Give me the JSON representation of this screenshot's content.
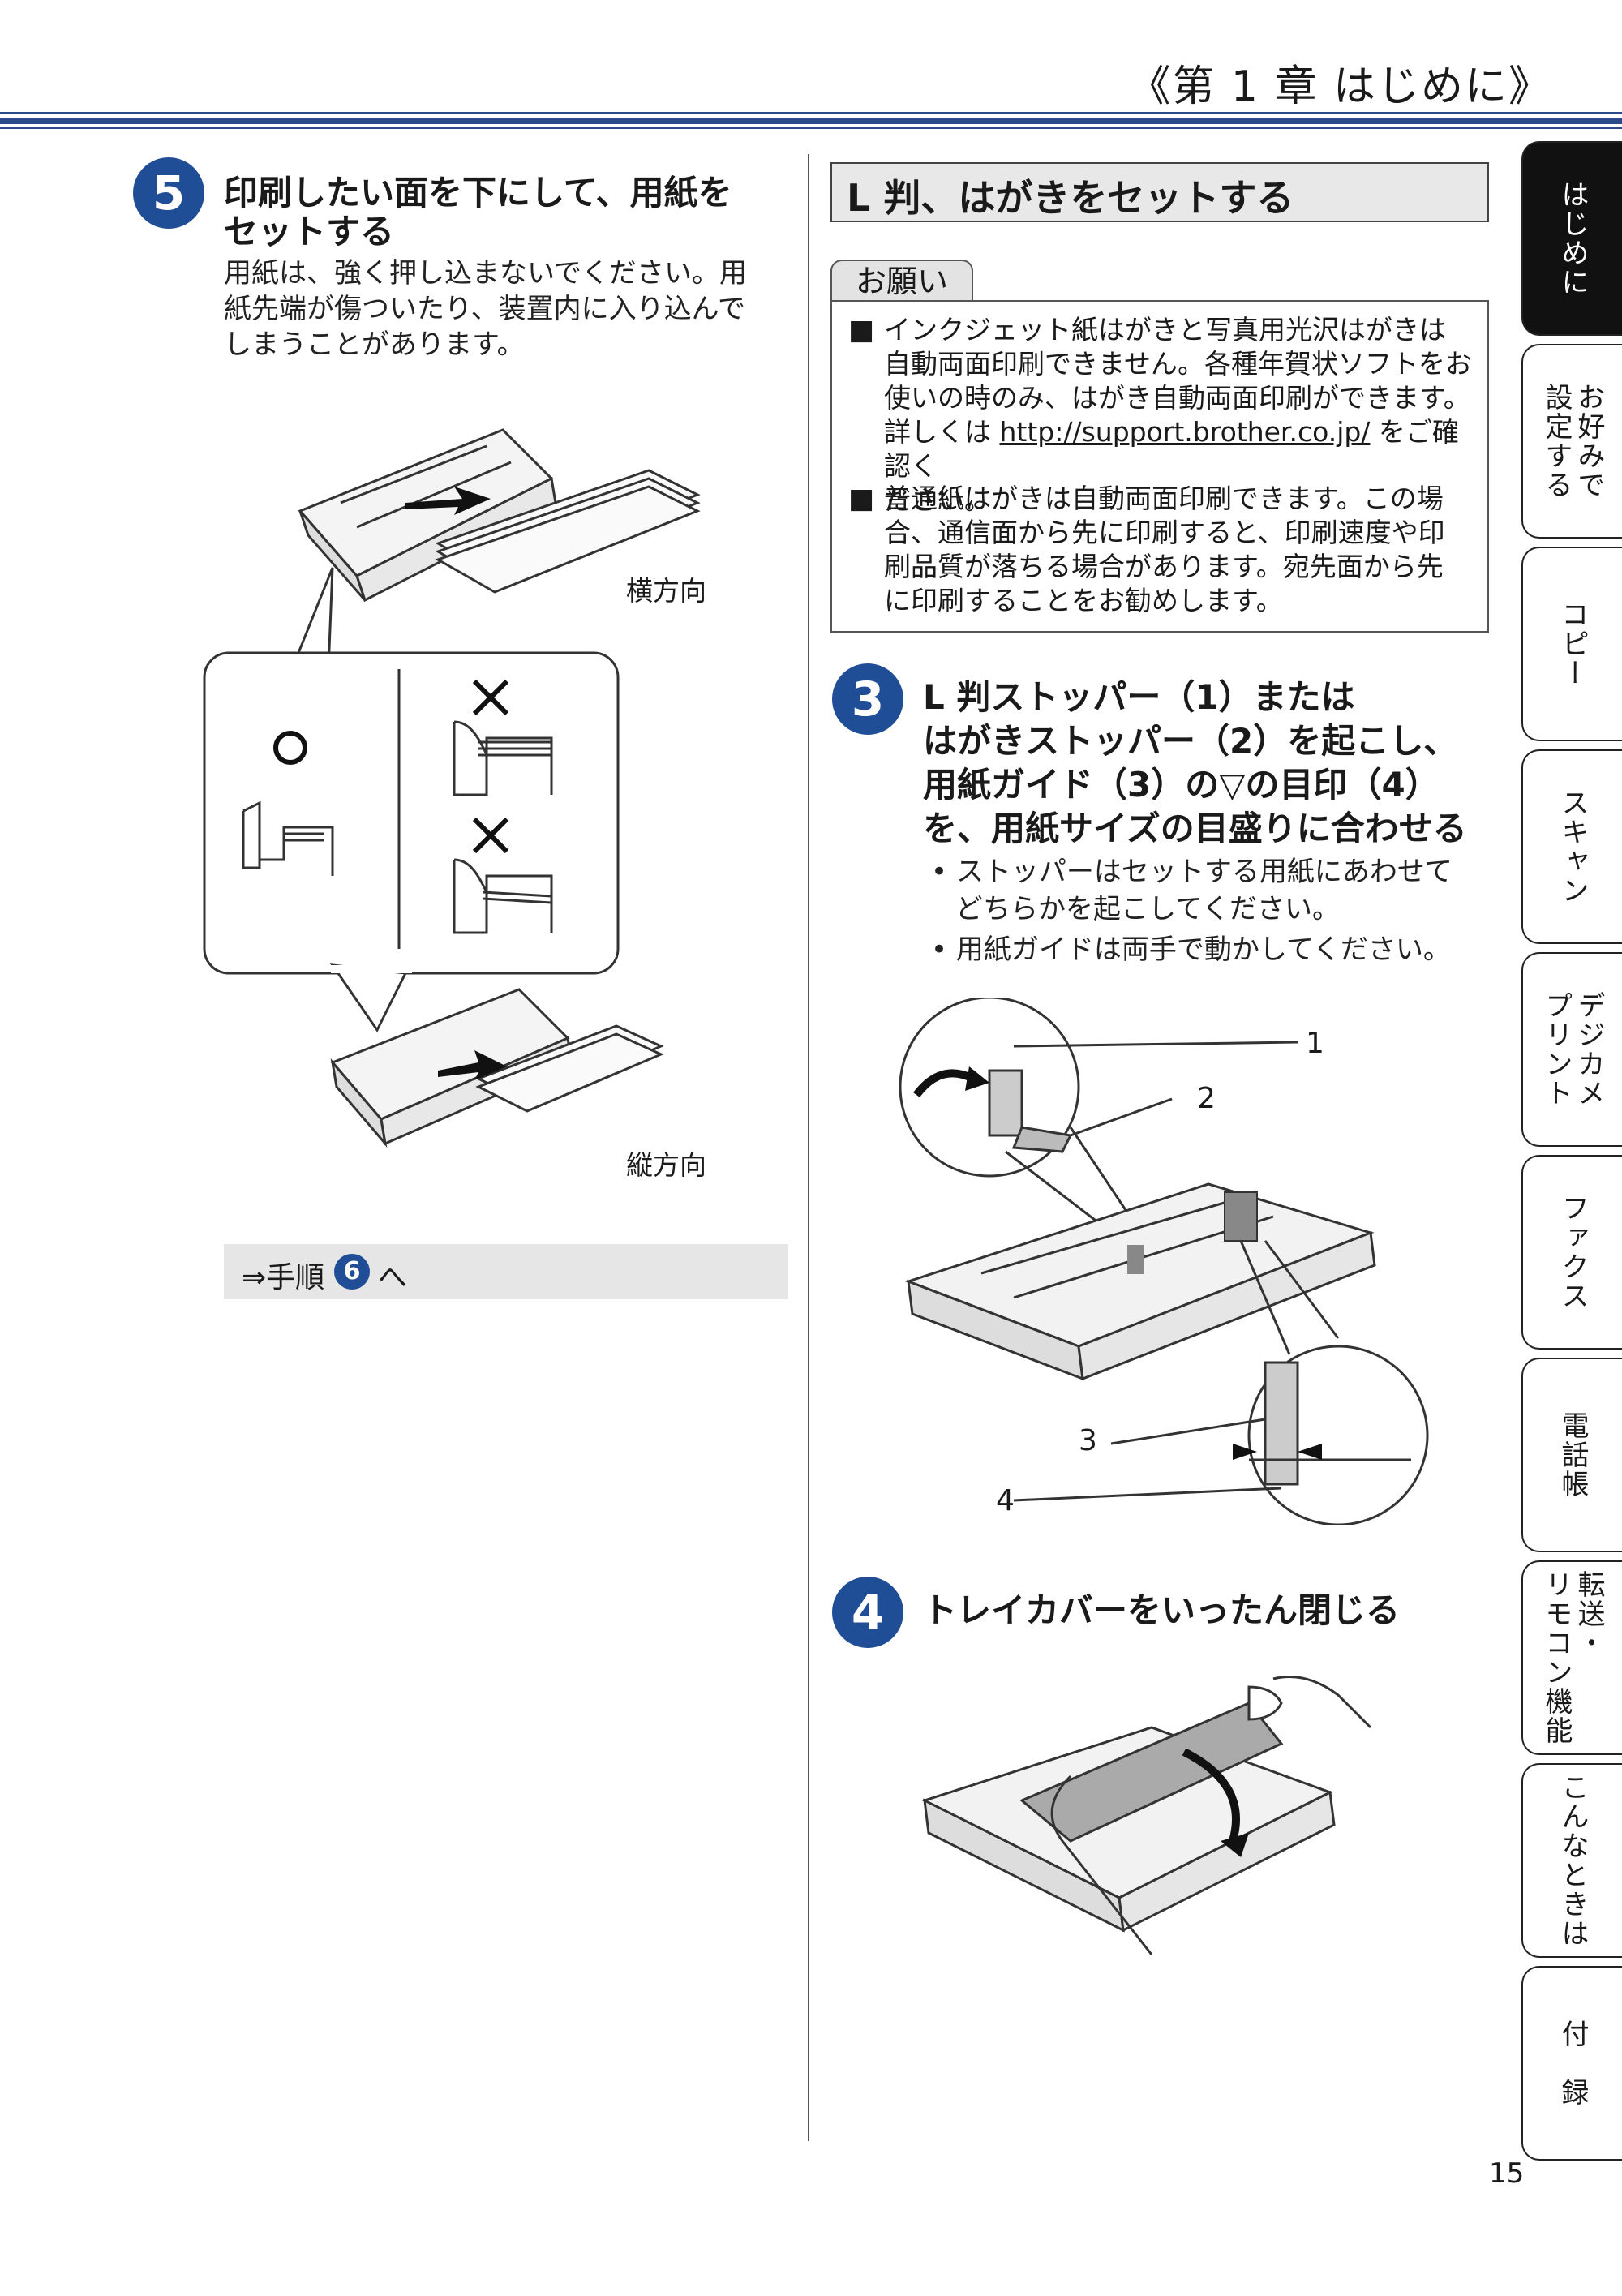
{
  "header": {
    "chapter": "《第 1 章 はじめに》"
  },
  "step5": {
    "number": "5",
    "title_line1": "印刷したい面を下にして、用紙を",
    "title_line2": "セットする",
    "body_line1": "用紙は、強く押し込まないでください。用",
    "body_line2": "紙先端が傷ついたり、装置内に入り込んで",
    "body_line3": "しまうことがあります。",
    "caption_landscape": "横方向",
    "caption_portrait": "縦方向",
    "mark_ok": "○",
    "mark_ng": "✕"
  },
  "goto": {
    "prefix": "⇒手順",
    "step": "6",
    "suffix": "へ"
  },
  "section": {
    "title": "L 判、はがきをセットする"
  },
  "notice": {
    "label": "お願い",
    "bullet": "■",
    "item1_lines": [
      "インクジェット紙はがきと写真用光沢はがきは",
      "自動両面印刷できません。各種年賀状ソフトをお",
      "使いの時のみ、はがき自動両面印刷ができます。"
    ],
    "item1_pre_link": "詳しくは ",
    "item1_link": "http://support.brother.co.jp/",
    "item1_post_link": " をご確認く",
    "item1_last": "ださい。",
    "item2_lines": [
      "普通紙はがきは自動両面印刷できます。この場",
      "合、通信面から先に印刷すると、印刷速度や印",
      "刷品質が落ちる場合があります。宛先面から先",
      "に印刷することをお勧めします。"
    ]
  },
  "step3": {
    "number": "3",
    "title_lines": [
      "L 判ストッパー（1）または",
      "はがきストッパー（2）を起こし、",
      "用紙ガイド（3）の▽の目印（4）",
      "を、用紙サイズの目盛りに合わせる"
    ],
    "bullet1_line1": "ストッパーはセットする用紙にあわせて",
    "bullet1_line2": "どちらかを起こしてください。",
    "bullet2": "用紙ガイドは両手で動かしてください。",
    "callouts": [
      "1",
      "2",
      "3",
      "4"
    ]
  },
  "step4": {
    "number": "4",
    "title": "トレイカバーをいったん閉じる"
  },
  "side_tabs": [
    {
      "label": "はじめに",
      "active": true
    },
    {
      "label": "お好みで\n設定する",
      "active": false
    },
    {
      "label": "コピー",
      "active": false
    },
    {
      "label": "スキャン",
      "active": false
    },
    {
      "label": "デジカメ\nプリント",
      "active": false
    },
    {
      "label": "ファクス",
      "active": false
    },
    {
      "label": "電話帳",
      "active": false
    },
    {
      "label": "転送・\nリモコン機能",
      "active": false
    },
    {
      "label": "こんなときは",
      "active": false
    },
    {
      "label": "付　録",
      "active": false
    }
  ],
  "page_number": "15",
  "colors": {
    "accent_blue": "#1f4e96",
    "header_line": "#2a4a8a"
  }
}
